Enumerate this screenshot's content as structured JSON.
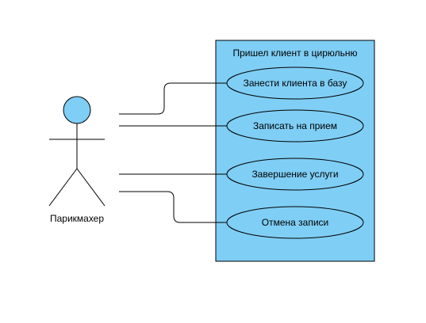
{
  "diagram": {
    "actor": {
      "name": "Парикмахер"
    },
    "system": {
      "title": "Пришел клиент в цирюльню"
    },
    "use_cases": [
      {
        "label": "Занести клиента в базу"
      },
      {
        "label": "Записать на прием"
      },
      {
        "label": "Завершение услуги"
      },
      {
        "label": "Отмена записи"
      }
    ],
    "colors": {
      "fill": "#7fcef5",
      "stroke": "#000000",
      "background": "#ffffff"
    }
  }
}
